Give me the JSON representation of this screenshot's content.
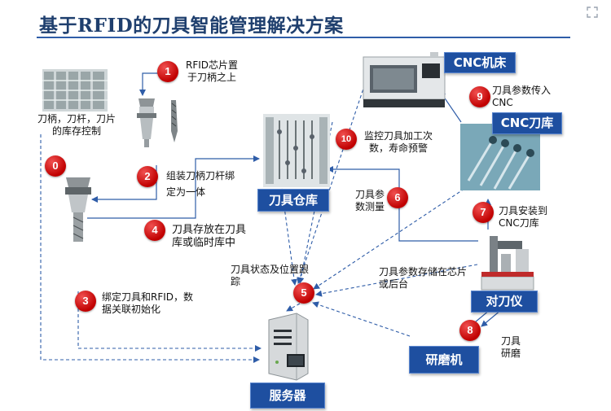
{
  "title": "基于RFID的刀具智能管理解决方案",
  "nodes": {
    "cnc_machine": "CNC机床",
    "cnc_magazine": "CNC刀库",
    "tool_warehouse": "刀具仓库",
    "presetter": "对刀仪",
    "grinder": "研磨机",
    "server": "服务器"
  },
  "steps": [
    {
      "num": "0",
      "label": "刀柄，刀杆，刀片的库存控制"
    },
    {
      "num": "1",
      "label": "RFID芯片置于刀柄之上"
    },
    {
      "num": "2",
      "label": "组装刀柄刀杆绑定为一体"
    },
    {
      "num": "3",
      "label": "绑定刀具和RFID，数据关联初始化"
    },
    {
      "num": "4",
      "label": "刀具存放在刀具库或临时库中"
    },
    {
      "num": "5",
      "label": "刀具状态及位置跟踪"
    },
    {
      "num": "6",
      "label": "刀具参数测量"
    },
    {
      "num": "7",
      "label": "刀具安装到CNC刀库"
    },
    {
      "num": "8",
      "label": "刀具研磨"
    },
    {
      "num": "9",
      "label": "刀具参数传入CNC"
    },
    {
      "num": "10",
      "label": "监控刀具加工次数，寿命预警"
    }
  ],
  "extra_labels": {
    "store_params": "刀具参数存储在芯片或后台"
  },
  "colors": {
    "title": "#1f3f6e",
    "node_box": "#1e4fa0",
    "step_circle": "#c00000",
    "arrow": "#2f5da8"
  }
}
